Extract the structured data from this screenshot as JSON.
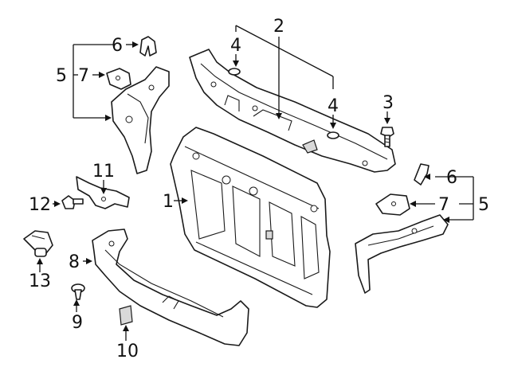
{
  "diagram": {
    "callouts": [
      {
        "id": "c1",
        "label": "1"
      },
      {
        "id": "c2",
        "label": "2"
      },
      {
        "id": "c3",
        "label": "3"
      },
      {
        "id": "c4a",
        "label": "4"
      },
      {
        "id": "c4b",
        "label": "4"
      },
      {
        "id": "c5a",
        "label": "5"
      },
      {
        "id": "c5b",
        "label": "5"
      },
      {
        "id": "c6a",
        "label": "6"
      },
      {
        "id": "c6b",
        "label": "6"
      },
      {
        "id": "c7a",
        "label": "7"
      },
      {
        "id": "c7b",
        "label": "7"
      },
      {
        "id": "c8",
        "label": "8"
      },
      {
        "id": "c9",
        "label": "9"
      },
      {
        "id": "c10",
        "label": "10"
      },
      {
        "id": "c11",
        "label": "11"
      },
      {
        "id": "c12",
        "label": "12"
      },
      {
        "id": "c13",
        "label": "13"
      }
    ]
  }
}
